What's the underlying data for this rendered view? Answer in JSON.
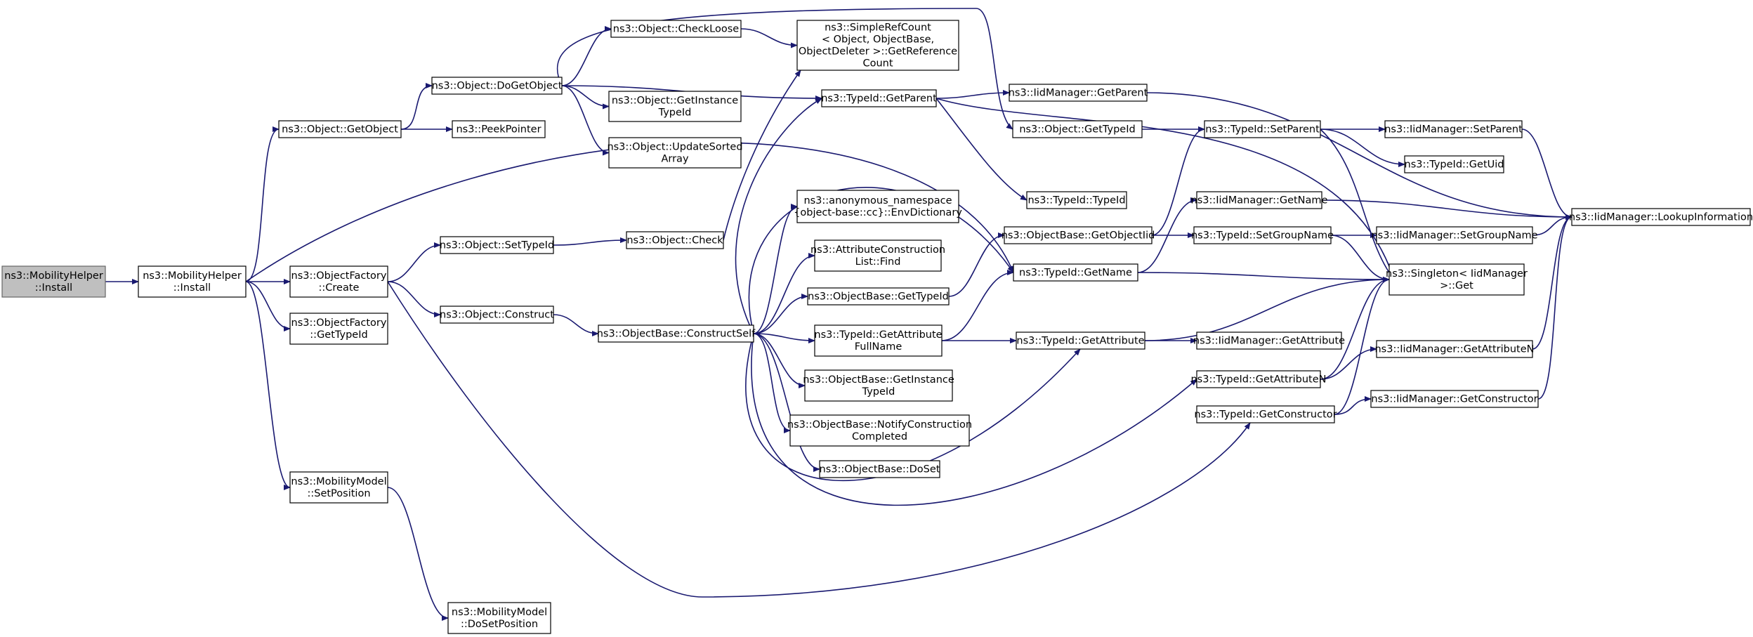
{
  "colors": {
    "edge": "#191970",
    "node_fill": "#ffffff",
    "root_fill": "#bfbfbf",
    "node_stroke": "#000000"
  },
  "nodes": [
    {
      "id": "n0",
      "lines": [
        "ns3::MobilityHelper",
        "::Install"
      ],
      "root": true
    },
    {
      "id": "n1",
      "lines": [
        "ns3::MobilityHelper",
        "::Install"
      ]
    },
    {
      "id": "n2",
      "lines": [
        "ns3::Object::GetObject"
      ]
    },
    {
      "id": "n3",
      "lines": [
        "ns3::ObjectFactory",
        "::Create"
      ]
    },
    {
      "id": "n4",
      "lines": [
        "ns3::ObjectFactory",
        "::GetTypeId"
      ]
    },
    {
      "id": "n5",
      "lines": [
        "ns3::MobilityModel",
        "::SetPosition"
      ]
    },
    {
      "id": "n6",
      "lines": [
        "ns3::MobilityModel",
        "::DoSetPosition"
      ]
    },
    {
      "id": "n7",
      "lines": [
        "ns3::Object::DoGetObject"
      ]
    },
    {
      "id": "n8",
      "lines": [
        "ns3::PeekPointer"
      ]
    },
    {
      "id": "n9",
      "lines": [
        "ns3::Object::SetTypeId"
      ]
    },
    {
      "id": "n10",
      "lines": [
        "ns3::Object::Construct"
      ]
    },
    {
      "id": "n11",
      "lines": [
        "ns3::Object::CheckLoose"
      ]
    },
    {
      "id": "n12",
      "lines": [
        "ns3::Object::GetInstance",
        "TypeId"
      ]
    },
    {
      "id": "n13",
      "lines": [
        "ns3::Object::UpdateSorted",
        "Array"
      ]
    },
    {
      "id": "n14",
      "lines": [
        "ns3::Object::Check"
      ]
    },
    {
      "id": "n15",
      "lines": [
        "ns3::ObjectBase::ConstructSelf"
      ]
    },
    {
      "id": "n16",
      "lines": [
        "ns3::SimpleRefCount",
        "< Object, ObjectBase,",
        "ObjectDeleter >::GetReference",
        "Count"
      ]
    },
    {
      "id": "n17",
      "lines": [
        "ns3::TypeId::GetParent"
      ]
    },
    {
      "id": "n18",
      "lines": [
        "ns3::anonymous_namespace",
        "{object-base::cc}::EnvDictionary"
      ]
    },
    {
      "id": "n19",
      "lines": [
        "ns3::AttributeConstruction",
        "List::Find"
      ]
    },
    {
      "id": "n20",
      "lines": [
        "ns3::ObjectBase::GetTypeId"
      ]
    },
    {
      "id": "n21",
      "lines": [
        "ns3::TypeId::GetAttribute",
        "FullName"
      ]
    },
    {
      "id": "n22",
      "lines": [
        "ns3::ObjectBase::GetInstance",
        "TypeId"
      ]
    },
    {
      "id": "n23",
      "lines": [
        "ns3::ObjectBase::NotifyConstruction",
        "Completed"
      ]
    },
    {
      "id": "n24",
      "lines": [
        "ns3::ObjectBase::DoSet"
      ]
    },
    {
      "id": "n25",
      "lines": [
        "ns3::IidManager::GetParent"
      ]
    },
    {
      "id": "n26",
      "lines": [
        "ns3::Object::GetTypeId"
      ]
    },
    {
      "id": "n27",
      "lines": [
        "ns3::TypeId::TypeId"
      ]
    },
    {
      "id": "n28",
      "lines": [
        "ns3::ObjectBase::GetObjectIid"
      ]
    },
    {
      "id": "n29",
      "lines": [
        "ns3::TypeId::GetName"
      ]
    },
    {
      "id": "n30",
      "lines": [
        "ns3::TypeId::GetAttribute"
      ]
    },
    {
      "id": "n31",
      "lines": [
        "ns3::TypeId::SetParent"
      ]
    },
    {
      "id": "n32",
      "lines": [
        "ns3::IidManager::GetName"
      ]
    },
    {
      "id": "n33",
      "lines": [
        "ns3::TypeId::SetGroupName"
      ]
    },
    {
      "id": "n34",
      "lines": [
        "ns3::IidManager::GetAttribute"
      ]
    },
    {
      "id": "n35",
      "lines": [
        "ns3::TypeId::GetAttributeN"
      ]
    },
    {
      "id": "n36",
      "lines": [
        "ns3::TypeId::GetConstructor"
      ]
    },
    {
      "id": "n37",
      "lines": [
        "ns3::IidManager::SetParent"
      ]
    },
    {
      "id": "n38",
      "lines": [
        "ns3::TypeId::GetUid"
      ]
    },
    {
      "id": "n39",
      "lines": [
        "ns3::IidManager::SetGroupName"
      ]
    },
    {
      "id": "n40",
      "lines": [
        "ns3::Singleton< IidManager",
        ">::Get"
      ]
    },
    {
      "id": "n41",
      "lines": [
        "ns3::IidManager::GetAttributeN"
      ]
    },
    {
      "id": "n42",
      "lines": [
        "ns3::IidManager::GetConstructor"
      ]
    },
    {
      "id": "n43",
      "lines": [
        "ns3::IidManager::LookupInformation"
      ]
    }
  ],
  "edges": [
    [
      "n0",
      "n1"
    ],
    [
      "n1",
      "n2"
    ],
    [
      "n1",
      "n3"
    ],
    [
      "n1",
      "n4"
    ],
    [
      "n1",
      "n5"
    ],
    [
      "n1",
      "n29"
    ],
    [
      "n2",
      "n7"
    ],
    [
      "n2",
      "n8"
    ],
    [
      "n3",
      "n9"
    ],
    [
      "n3",
      "n10"
    ],
    [
      "n3",
      "n36"
    ],
    [
      "n5",
      "n6"
    ],
    [
      "n7",
      "n11"
    ],
    [
      "n7",
      "n12"
    ],
    [
      "n7",
      "n13"
    ],
    [
      "n7",
      "n17"
    ],
    [
      "n7",
      "n26"
    ],
    [
      "n9",
      "n14"
    ],
    [
      "n10",
      "n15"
    ],
    [
      "n11",
      "n16"
    ],
    [
      "n14",
      "n16"
    ],
    [
      "n15",
      "n17"
    ],
    [
      "n15",
      "n18"
    ],
    [
      "n15",
      "n19"
    ],
    [
      "n15",
      "n20"
    ],
    [
      "n15",
      "n21"
    ],
    [
      "n15",
      "n22"
    ],
    [
      "n15",
      "n23"
    ],
    [
      "n15",
      "n24"
    ],
    [
      "n15",
      "n29"
    ],
    [
      "n15",
      "n30"
    ],
    [
      "n15",
      "n35"
    ],
    [
      "n17",
      "n25"
    ],
    [
      "n17",
      "n27"
    ],
    [
      "n17",
      "n40"
    ],
    [
      "n20",
      "n28"
    ],
    [
      "n21",
      "n29"
    ],
    [
      "n21",
      "n30"
    ],
    [
      "n25",
      "n43"
    ],
    [
      "n26",
      "n31"
    ],
    [
      "n28",
      "n31"
    ],
    [
      "n28",
      "n33"
    ],
    [
      "n29",
      "n32"
    ],
    [
      "n29",
      "n40"
    ],
    [
      "n30",
      "n34"
    ],
    [
      "n30",
      "n40"
    ],
    [
      "n31",
      "n37"
    ],
    [
      "n31",
      "n38"
    ],
    [
      "n31",
      "n40"
    ],
    [
      "n32",
      "n43"
    ],
    [
      "n33",
      "n39"
    ],
    [
      "n33",
      "n40"
    ],
    [
      "n35",
      "n40"
    ],
    [
      "n35",
      "n41"
    ],
    [
      "n36",
      "n40"
    ],
    [
      "n36",
      "n42"
    ],
    [
      "n37",
      "n43"
    ],
    [
      "n39",
      "n43"
    ],
    [
      "n41",
      "n43"
    ],
    [
      "n42",
      "n43"
    ]
  ]
}
